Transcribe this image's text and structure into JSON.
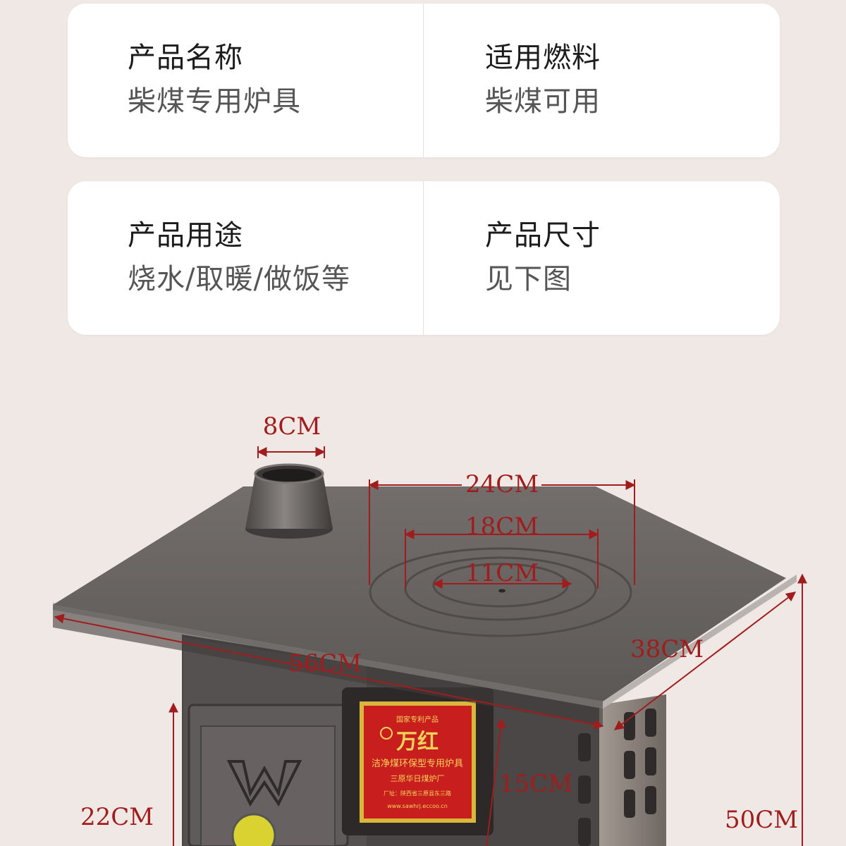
{
  "specs": [
    {
      "label": "产品名称",
      "value": "柴煤专用炉具"
    },
    {
      "label": "适用燃料",
      "value": "柴煤可用"
    },
    {
      "label": "产品用途",
      "value": "烧水/取暖/做饭等"
    },
    {
      "label": "产品尺寸",
      "value": "见下图"
    }
  ],
  "dimensions": {
    "chimney": "8CM",
    "outer_ring": "24CM",
    "middle_ring": "18CM",
    "inner_ring": "11CM",
    "width": "56CM",
    "depth": "38CM",
    "door_height": "22CM",
    "panel_height": "15CM",
    "total_height": "50CM"
  },
  "colors": {
    "background": "#efe8e5",
    "card": "#ffffff",
    "dimension_red": "#a11d1d",
    "stove_top": "#66615f",
    "label_red": "#c81e1e",
    "label_gold": "#d9b73b"
  },
  "nameplate": {
    "brand": "万红",
    "subtitle": "国家专利产品",
    "product": "洁净煤环保型专用炉具",
    "maker": "三原华日煤炉厂",
    "address": "厂址：陕西省三原县东三路",
    "website": "www.sawhrj.eccoo.cn"
  }
}
